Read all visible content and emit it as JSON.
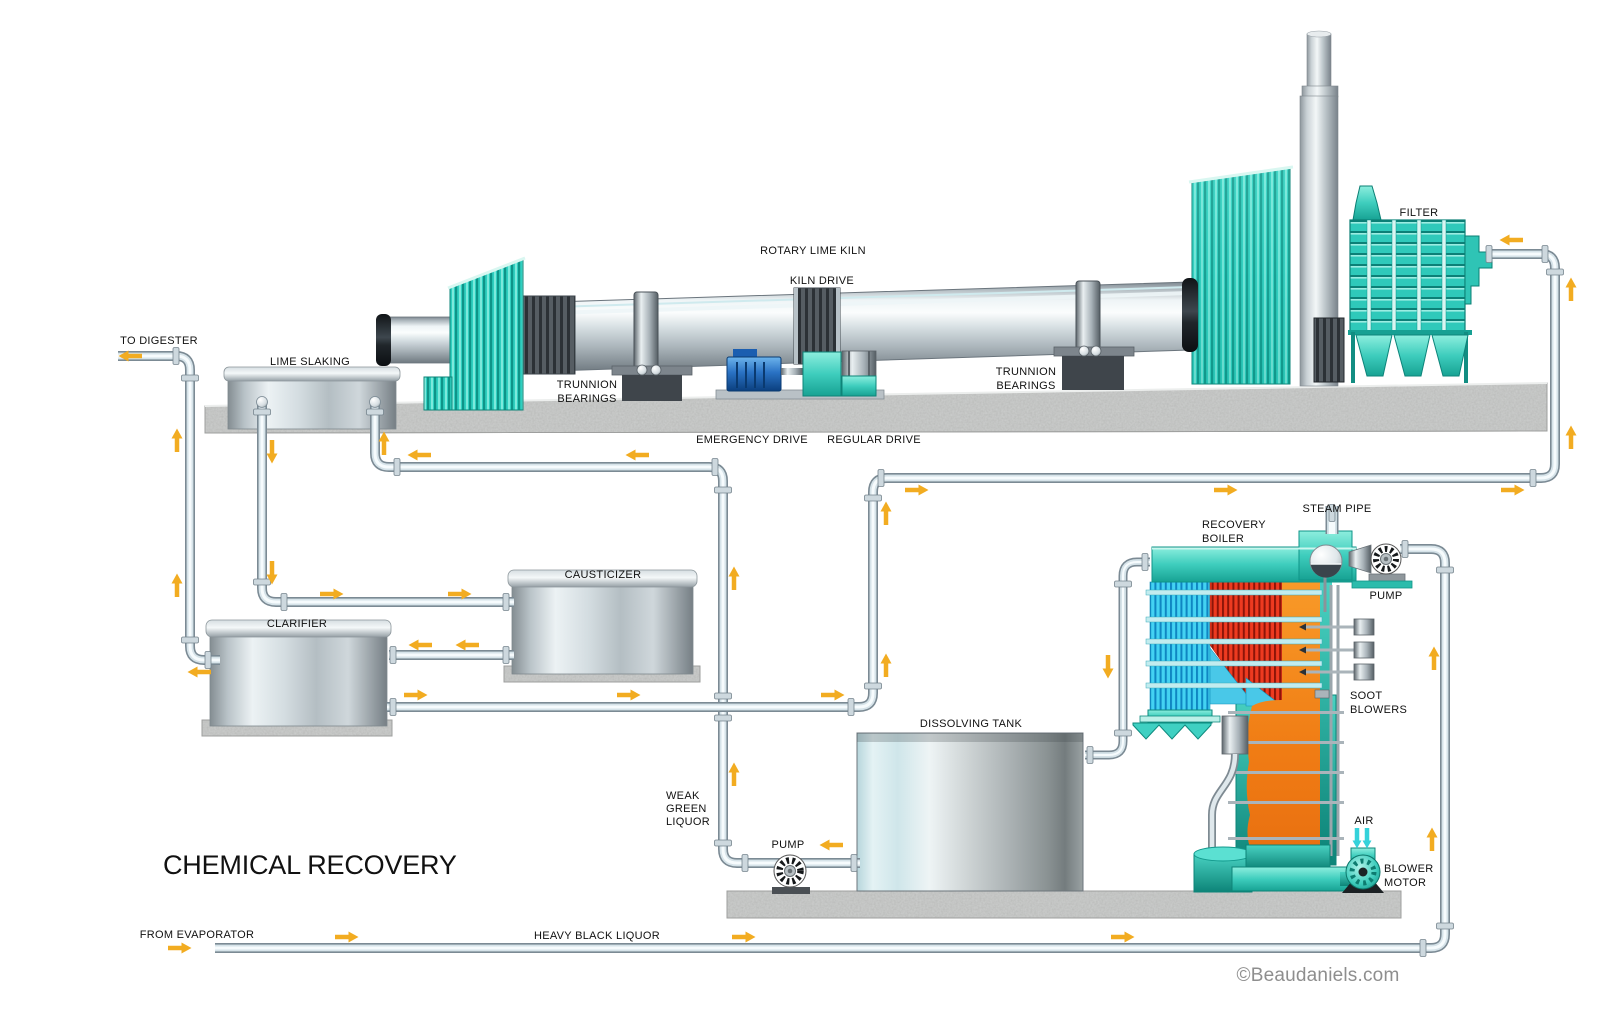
{
  "diagram": {
    "title": "CHEMICAL RECOVERY",
    "watermark": "©Beaudaniels.com",
    "labels": {
      "to_digester": "TO DIGESTER",
      "lime_slaking": "LIME SLAKING",
      "rotary_lime_kiln": "ROTARY LIME KILN",
      "kiln_drive": "KILN DRIVE",
      "trunnion_bearings_line1": "TRUNNION",
      "trunnion_bearings_line2": "BEARINGS",
      "emergency_drive": "EMERGENCY DRIVE",
      "regular_drive": "REGULAR DRIVE",
      "filter": "FILTER",
      "clarifier": "CLARIFIER",
      "causticizer": "CAUSTICIZER",
      "recovery_boiler_line1": "RECOVERY",
      "recovery_boiler_line2": "BOILER",
      "steam_pipe": "STEAM PIPE",
      "pump_upper": "PUMP",
      "soot_blowers_line1": "SOOT",
      "soot_blowers_line2": "BLOWERS",
      "dissolving_tank": "DISSOLVING TANK",
      "weak_green_liquor_line1": "WEAK",
      "weak_green_liquor_line2": "GREEN",
      "weak_green_liquor_line3": "LIQUOR",
      "pump_lower": "PUMP",
      "air": "AIR",
      "blower_motor_line1": "BLOWER",
      "blower_motor_line2": "MOTOR",
      "from_evaporator": "FROM EVAPORATOR",
      "heavy_black_liquor": "HEAVY BLACK LIQUOR"
    },
    "colors": {
      "teal": "#2fc9ba",
      "flow_arrow": "#f2ac21",
      "furnace_orange": "#f0821e",
      "tube_red": "#e0301e",
      "tube_blue": "#38c6ec",
      "pipe": "#cfdde4",
      "concrete": "#c8cac9",
      "label": "#111111",
      "watermark_gray": "#8e8e8e"
    }
  }
}
